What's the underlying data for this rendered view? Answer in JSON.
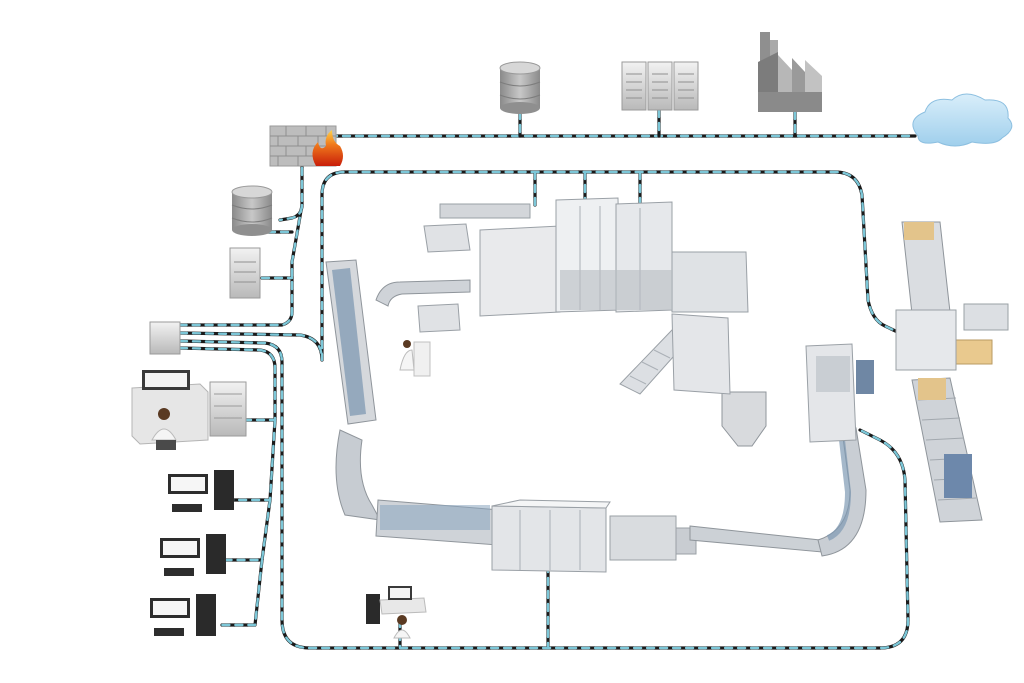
{
  "diagram": {
    "kind": "industrial-network-topology",
    "cable_colors": {
      "primary": "#1a1a1a",
      "secondary": "#7cc7d8"
    },
    "cloud_color": "#bfe0f3",
    "firewall_flame_color": "#e8561b",
    "nodes": [
      {
        "id": "cloud",
        "icon": "cloud-icon"
      },
      {
        "id": "factory",
        "icon": "factory-icon"
      },
      {
        "id": "server-rack",
        "icon": "server-rack-icon"
      },
      {
        "id": "database-top",
        "icon": "database-icon"
      },
      {
        "id": "firewall",
        "icon": "firewall-icon"
      },
      {
        "id": "database-left",
        "icon": "database-icon"
      },
      {
        "id": "server-left",
        "icon": "server-icon"
      },
      {
        "id": "network-switch",
        "icon": "switch-icon"
      },
      {
        "id": "control-desk",
        "icon": "operator-desk-icon"
      },
      {
        "id": "workstation-1",
        "icon": "workstation-icon"
      },
      {
        "id": "workstation-2",
        "icon": "workstation-icon"
      },
      {
        "id": "workstation-3",
        "icon": "workstation-icon"
      },
      {
        "id": "operator-bottom",
        "icon": "operator-desk-icon"
      },
      {
        "id": "filling-line",
        "icon": "filling-machine-icon"
      },
      {
        "id": "packer",
        "icon": "packer-icon"
      },
      {
        "id": "palletizer",
        "icon": "palletizer-icon"
      }
    ]
  }
}
